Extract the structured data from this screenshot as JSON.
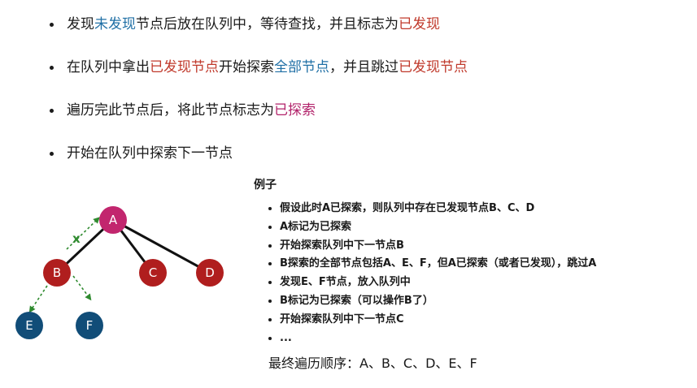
{
  "bullets": [
    {
      "parts": [
        "发现",
        "未发现",
        "节点后放在队列中，等待查找，并且标志为",
        "已发现"
      ]
    },
    {
      "parts": [
        "在队列中拿出",
        "已发现节点",
        "开始探索",
        "全部节点",
        "，并且跳过",
        "已发现节点"
      ]
    },
    {
      "parts": [
        "遍历完此节点后，将此节点标志为",
        "已探索"
      ]
    },
    {
      "parts": [
        "开始在队列中探索下一节点"
      ]
    }
  ],
  "example": {
    "title": "例子",
    "steps": [
      "假设此时A已探索，则队列中存在已发现节点B、C、D",
      "A标记为已探索",
      "开始探索队列中下一节点B",
      "B探索的全部节点包括A、E、F，但A已探索（或者已发现），跳过A",
      "发现E、F节点，放入队列中",
      "B标记为已探索（可以操作B了）",
      "开始探索队列中下一节点C",
      "..."
    ],
    "final_order": "最终遍历顺序：A、B、C、D、E、F"
  },
  "graph": {
    "nodes": [
      {
        "id": "A",
        "label": "A",
        "color": "#c2266e"
      },
      {
        "id": "B",
        "label": "B",
        "color": "#b01e1e"
      },
      {
        "id": "C",
        "label": "C",
        "color": "#b01e1e"
      },
      {
        "id": "D",
        "label": "D",
        "color": "#b01e1e"
      },
      {
        "id": "E",
        "label": "E",
        "color": "#114d78"
      },
      {
        "id": "F",
        "label": "F",
        "color": "#114d78"
      }
    ],
    "skip_mark": "x",
    "edge_color": "#111111",
    "explore_color": "#2f8a2f"
  }
}
